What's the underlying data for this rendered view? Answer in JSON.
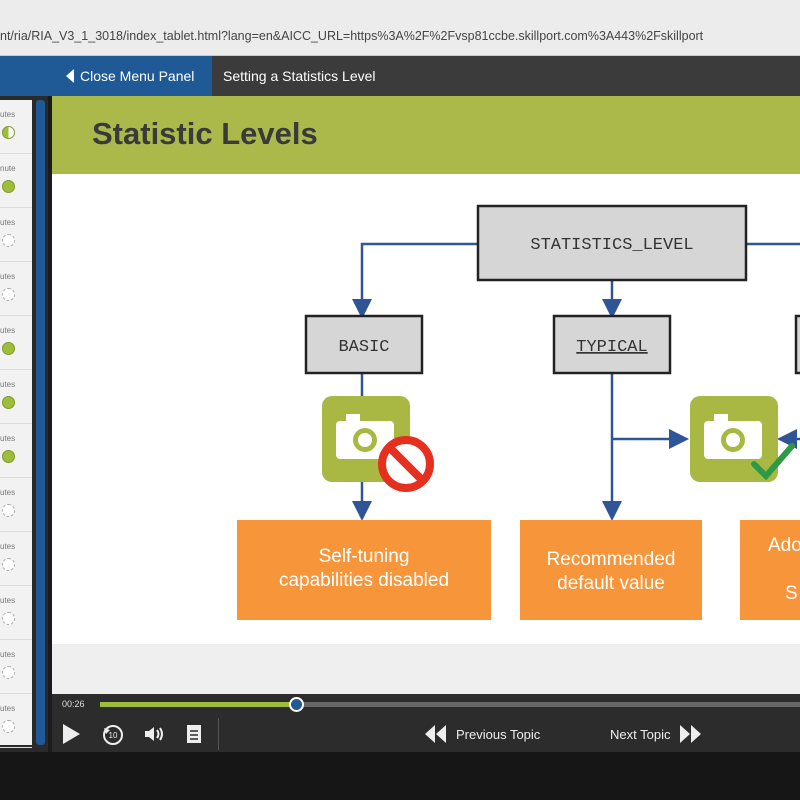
{
  "browser": {
    "url": "nt/ria/RIA_V3_1_3018/index_tablet.html?lang=en&AICC_URL=https%3A%2F%2Fvsp81ccbe.skillport.com%3A443%2Fskillport"
  },
  "topbar": {
    "close_menu_label": "Close Menu Panel",
    "topic_title": "Setting a Statistics Level"
  },
  "sidebar": {
    "items": [
      {
        "text": "utes",
        "status": "half"
      },
      {
        "text": "nute",
        "status": "done"
      },
      {
        "text": "utes",
        "status": "empty"
      },
      {
        "text": "utes",
        "status": "empty"
      },
      {
        "text": "utes",
        "status": "done"
      },
      {
        "text": "utes",
        "status": "done"
      },
      {
        "text": "utes",
        "status": "done"
      },
      {
        "text": "utes",
        "status": "empty"
      },
      {
        "text": "utes",
        "status": "empty"
      },
      {
        "text": "utes",
        "status": "empty"
      },
      {
        "text": "utes",
        "status": "empty"
      },
      {
        "text": "utes",
        "status": "empty"
      }
    ]
  },
  "slide": {
    "title": "Statistic Levels",
    "diagram": {
      "root": "STATISTICS_LEVEL",
      "levels": [
        "BASIC",
        "TYPICAL"
      ],
      "outcomes": [
        {
          "line1": "Self-tuning",
          "line2": "capabilities disabled"
        },
        {
          "line1": "Recommended",
          "line2": "default value"
        },
        {
          "line1": "Ado",
          "line2": "S"
        }
      ]
    },
    "colors": {
      "header": "#abb84a",
      "orange_box": "#f7953a",
      "camera_tile": "#a9b843",
      "connector": "#2f5597",
      "prohibit": "#e5301f",
      "check": "#2e9a46"
    }
  },
  "player": {
    "time": "00:26",
    "progress_percent": 28,
    "prev_label": "Previous Topic",
    "next_label": "Next Topic",
    "icons": [
      "play-icon",
      "replay-10-icon",
      "volume-icon",
      "transcript-icon",
      "previous-topic-icon",
      "next-topic-icon"
    ]
  }
}
